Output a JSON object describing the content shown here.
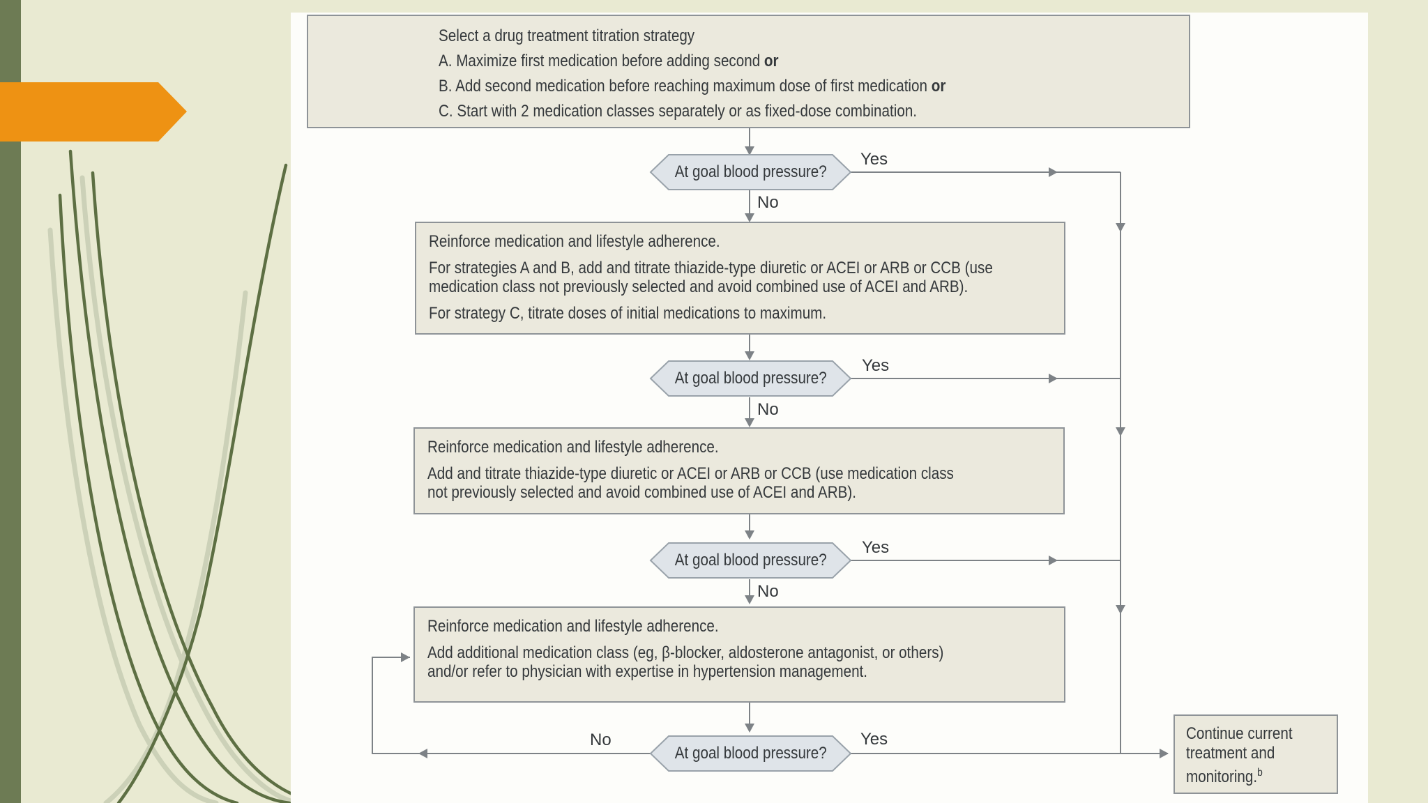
{
  "slide": {
    "colors": {
      "background": "#e9ead2",
      "panel": "#fdfdfa",
      "accent_bar": "#6d7b54",
      "arrow_orange": "#ee9213",
      "box_fill": "#ebe9dd",
      "box_border": "#8e9397",
      "hexagon_fill": "#dfe4e9",
      "hexagon_border": "#99a2aa",
      "connector": "#7d8286",
      "text": "#34383b",
      "grass_dark": "#5d6f43",
      "grass_pale": "#ccd1b8"
    }
  },
  "flowchart": {
    "title_box": {
      "lines": [
        {
          "text": "Select a drug treatment titration strategy",
          "bold_tail": ""
        },
        {
          "text": "A. Maximize first medication before adding second ",
          "bold_tail": "or"
        },
        {
          "text": "B. Add second medication before reaching maximum dose of first medication ",
          "bold_tail": "or"
        },
        {
          "text": "C. Start with 2 medication classes separately or as fixed-dose combination.",
          "bold_tail": ""
        }
      ]
    },
    "decisions": [
      {
        "label": "At goal blood pressure?",
        "yes": "Yes",
        "no": "No"
      },
      {
        "label": "At goal blood pressure?",
        "yes": "Yes",
        "no": "No"
      },
      {
        "label": "At goal blood pressure?",
        "yes": "Yes",
        "no": "No"
      },
      {
        "label": "At goal blood pressure?",
        "yes": "Yes",
        "no": "No"
      }
    ],
    "action_boxes": [
      {
        "paragraphs": [
          [
            "Reinforce medication and lifestyle adherence."
          ],
          [
            "For strategies A and B, add and titrate thiazide-type diuretic or ACEI or ARB or CCB (use",
            "medication class not previously selected and avoid combined use of ACEI and ARB)."
          ],
          [
            "For strategy C, titrate doses of initial medications to maximum."
          ]
        ]
      },
      {
        "paragraphs": [
          [
            "Reinforce medication and lifestyle adherence."
          ],
          [
            "Add and titrate thiazide-type diuretic or ACEI or ARB or CCB (use medication class",
            "not previously selected and avoid combined use of ACEI and ARB)."
          ]
        ]
      },
      {
        "paragraphs": [
          [
            "Reinforce medication and lifestyle adherence."
          ],
          [
            "Add additional medication class (eg, β-blocker, aldosterone antagonist, or others)",
            "and/or refer to physician with expertise in hypertension management."
          ]
        ]
      }
    ],
    "continue_box": {
      "lines": [
        "Continue current",
        "treatment and",
        "monitoring."
      ],
      "superscript": "b"
    }
  }
}
